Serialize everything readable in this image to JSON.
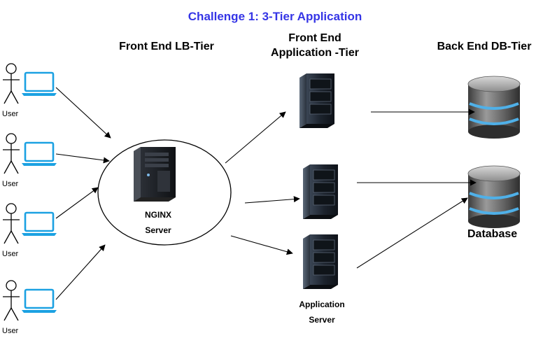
{
  "title": "Challenge 1: 3-Tier Application",
  "colors": {
    "title": "#3535e6",
    "laptop": "#1ba1e2",
    "server_dark": "#1e2530",
    "db_blue": "#4fb0e8"
  },
  "headers": {
    "lb_tier": "Front End LB-Tier",
    "app_tier_line1": "Front End",
    "app_tier_line2": "Application -Tier",
    "db_tier": "Back End DB-Tier"
  },
  "users": [
    {
      "label": "User",
      "icon": "stick-figure-icon",
      "device": "laptop-icon"
    },
    {
      "label": "User",
      "icon": "stick-figure-icon",
      "device": "laptop-icon"
    },
    {
      "label": "User",
      "icon": "stick-figure-icon",
      "device": "laptop-icon"
    },
    {
      "label": "User",
      "icon": "stick-figure-icon",
      "device": "laptop-icon"
    }
  ],
  "load_balancer": {
    "line1": "NGINX",
    "line2": "Server",
    "icon": "tower-server-icon"
  },
  "app_servers": {
    "count": 3,
    "icon": "rack-server-icon",
    "label_line1": "Application",
    "label_line2": "Server"
  },
  "databases": {
    "count": 2,
    "icon": "database-cylinder-icon",
    "label": "Database"
  }
}
